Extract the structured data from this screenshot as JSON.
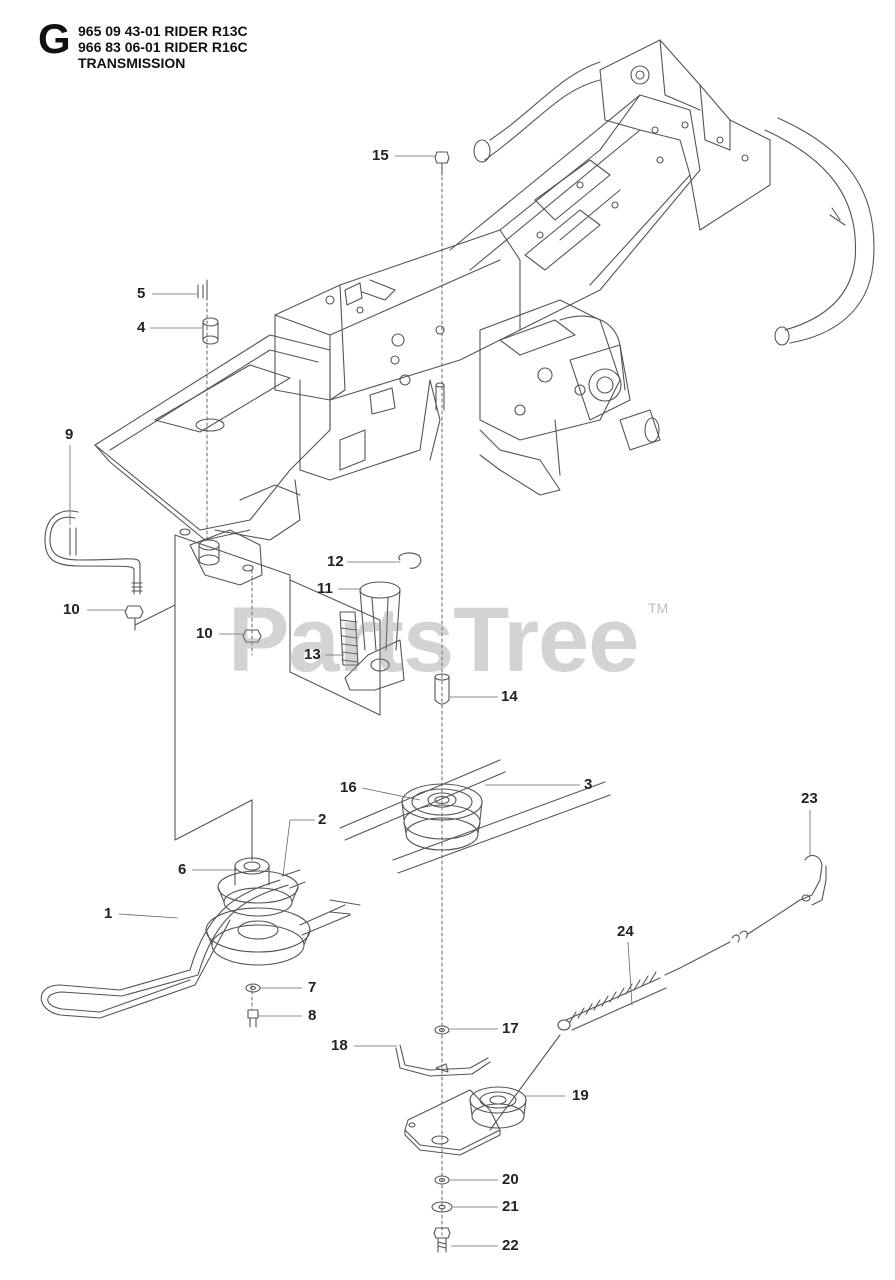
{
  "header": {
    "section_letter": "G",
    "model_lines": [
      "965 09 43-01 RIDER R13C",
      "966 83 06-01 RIDER R16C",
      "TRANSMISSION"
    ]
  },
  "watermark": {
    "text": "PartsTree",
    "tm": "TM"
  },
  "callouts": [
    {
      "id": "c15",
      "label": "15"
    },
    {
      "id": "c5",
      "label": "5"
    },
    {
      "id": "c4",
      "label": "4"
    },
    {
      "id": "c9",
      "label": "9"
    },
    {
      "id": "c10a",
      "label": "10"
    },
    {
      "id": "c10b",
      "label": "10"
    },
    {
      "id": "c12",
      "label": "12"
    },
    {
      "id": "c11",
      "label": "11"
    },
    {
      "id": "c13",
      "label": "13"
    },
    {
      "id": "c14",
      "label": "14"
    },
    {
      "id": "c16",
      "label": "16"
    },
    {
      "id": "c3",
      "label": "3"
    },
    {
      "id": "c2",
      "label": "2"
    },
    {
      "id": "c6",
      "label": "6"
    },
    {
      "id": "c1",
      "label": "1"
    },
    {
      "id": "c7",
      "label": "7"
    },
    {
      "id": "c8",
      "label": "8"
    },
    {
      "id": "c23",
      "label": "23"
    },
    {
      "id": "c24",
      "label": "24"
    },
    {
      "id": "c17",
      "label": "17"
    },
    {
      "id": "c18",
      "label": "18"
    },
    {
      "id": "c19",
      "label": "19"
    },
    {
      "id": "c20",
      "label": "20"
    },
    {
      "id": "c21",
      "label": "21"
    },
    {
      "id": "c22",
      "label": "22"
    }
  ],
  "colors": {
    "line": "#4a4a4a",
    "text": "#222222",
    "watermark": "#8c8c8c"
  }
}
